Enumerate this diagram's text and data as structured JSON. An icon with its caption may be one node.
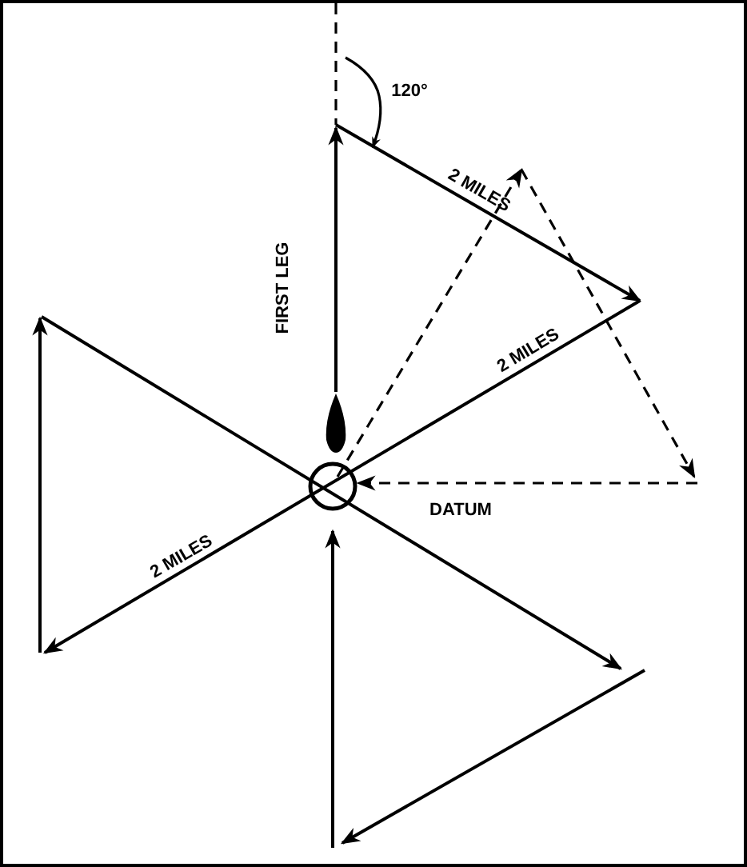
{
  "diagram": {
    "labels": [
      "120°",
      "2 MILES",
      "FIRST LEG",
      "2 MILES",
      "DATUM",
      "2 MILES"
    ]
  }
}
